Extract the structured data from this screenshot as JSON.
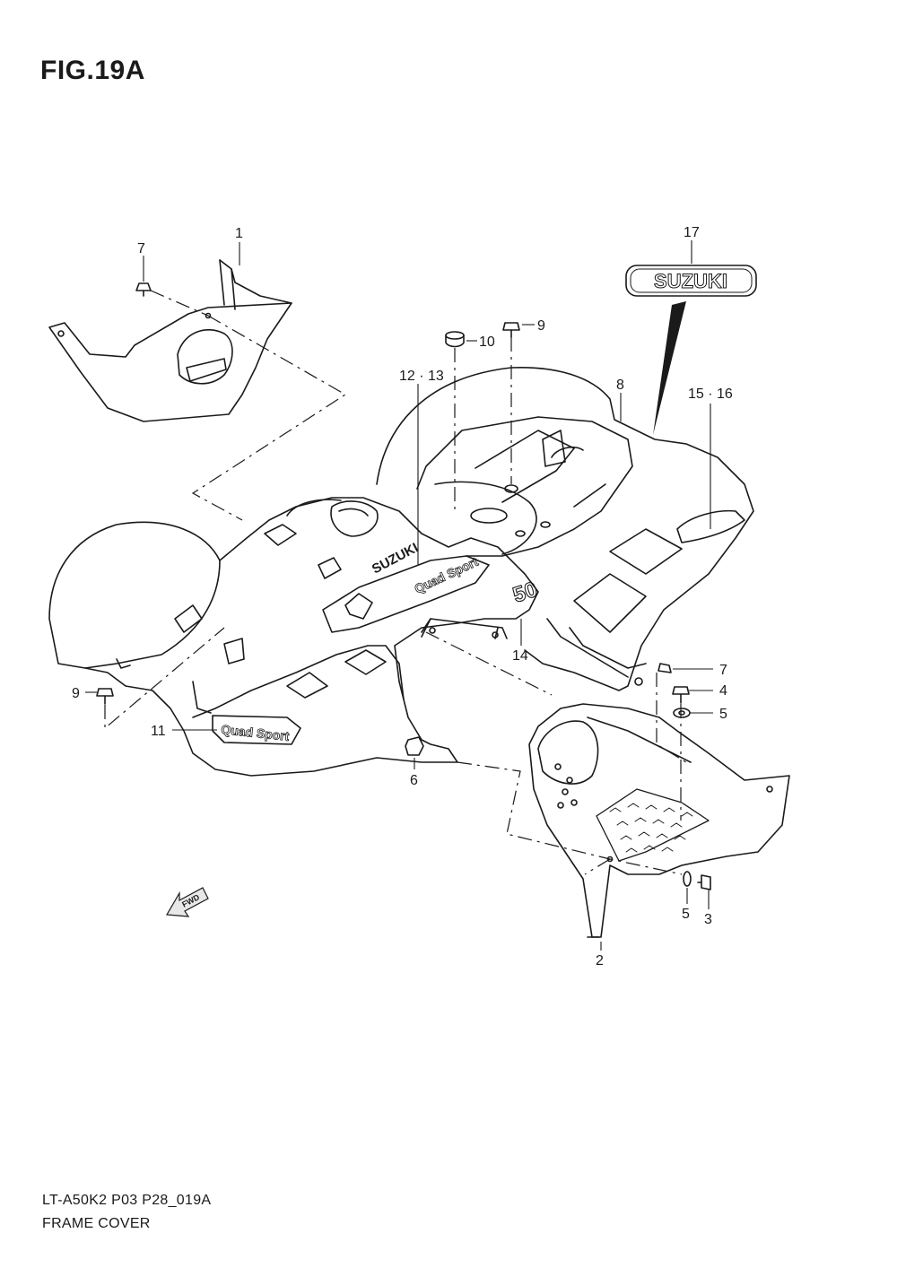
{
  "figure": {
    "title": "FIG.19A"
  },
  "callouts": {
    "c1": "1",
    "c2": "2",
    "c3": "3",
    "c4": "4",
    "c5a": "5",
    "c5b": "5",
    "c6": "6",
    "c7a": "7",
    "c7b": "7",
    "c8": "8",
    "c9a": "9",
    "c9b": "9",
    "c10": "10",
    "c11": "11",
    "c12_13": "12 · 13",
    "c14": "14",
    "c15_16": "15 · 16",
    "c17": "17"
  },
  "decals": {
    "suzuki_emblem": "SUZUKI",
    "tank_brand": "SUZUKI",
    "quad_sport_side": "Quad Sport",
    "quad_sport_fender": "Quad Sport",
    "model_badge": "50",
    "fwd_arrow": "FWD"
  },
  "footer": {
    "code": "LT-A50K2 P03 P28_019A",
    "name": "FRAME COVER"
  }
}
